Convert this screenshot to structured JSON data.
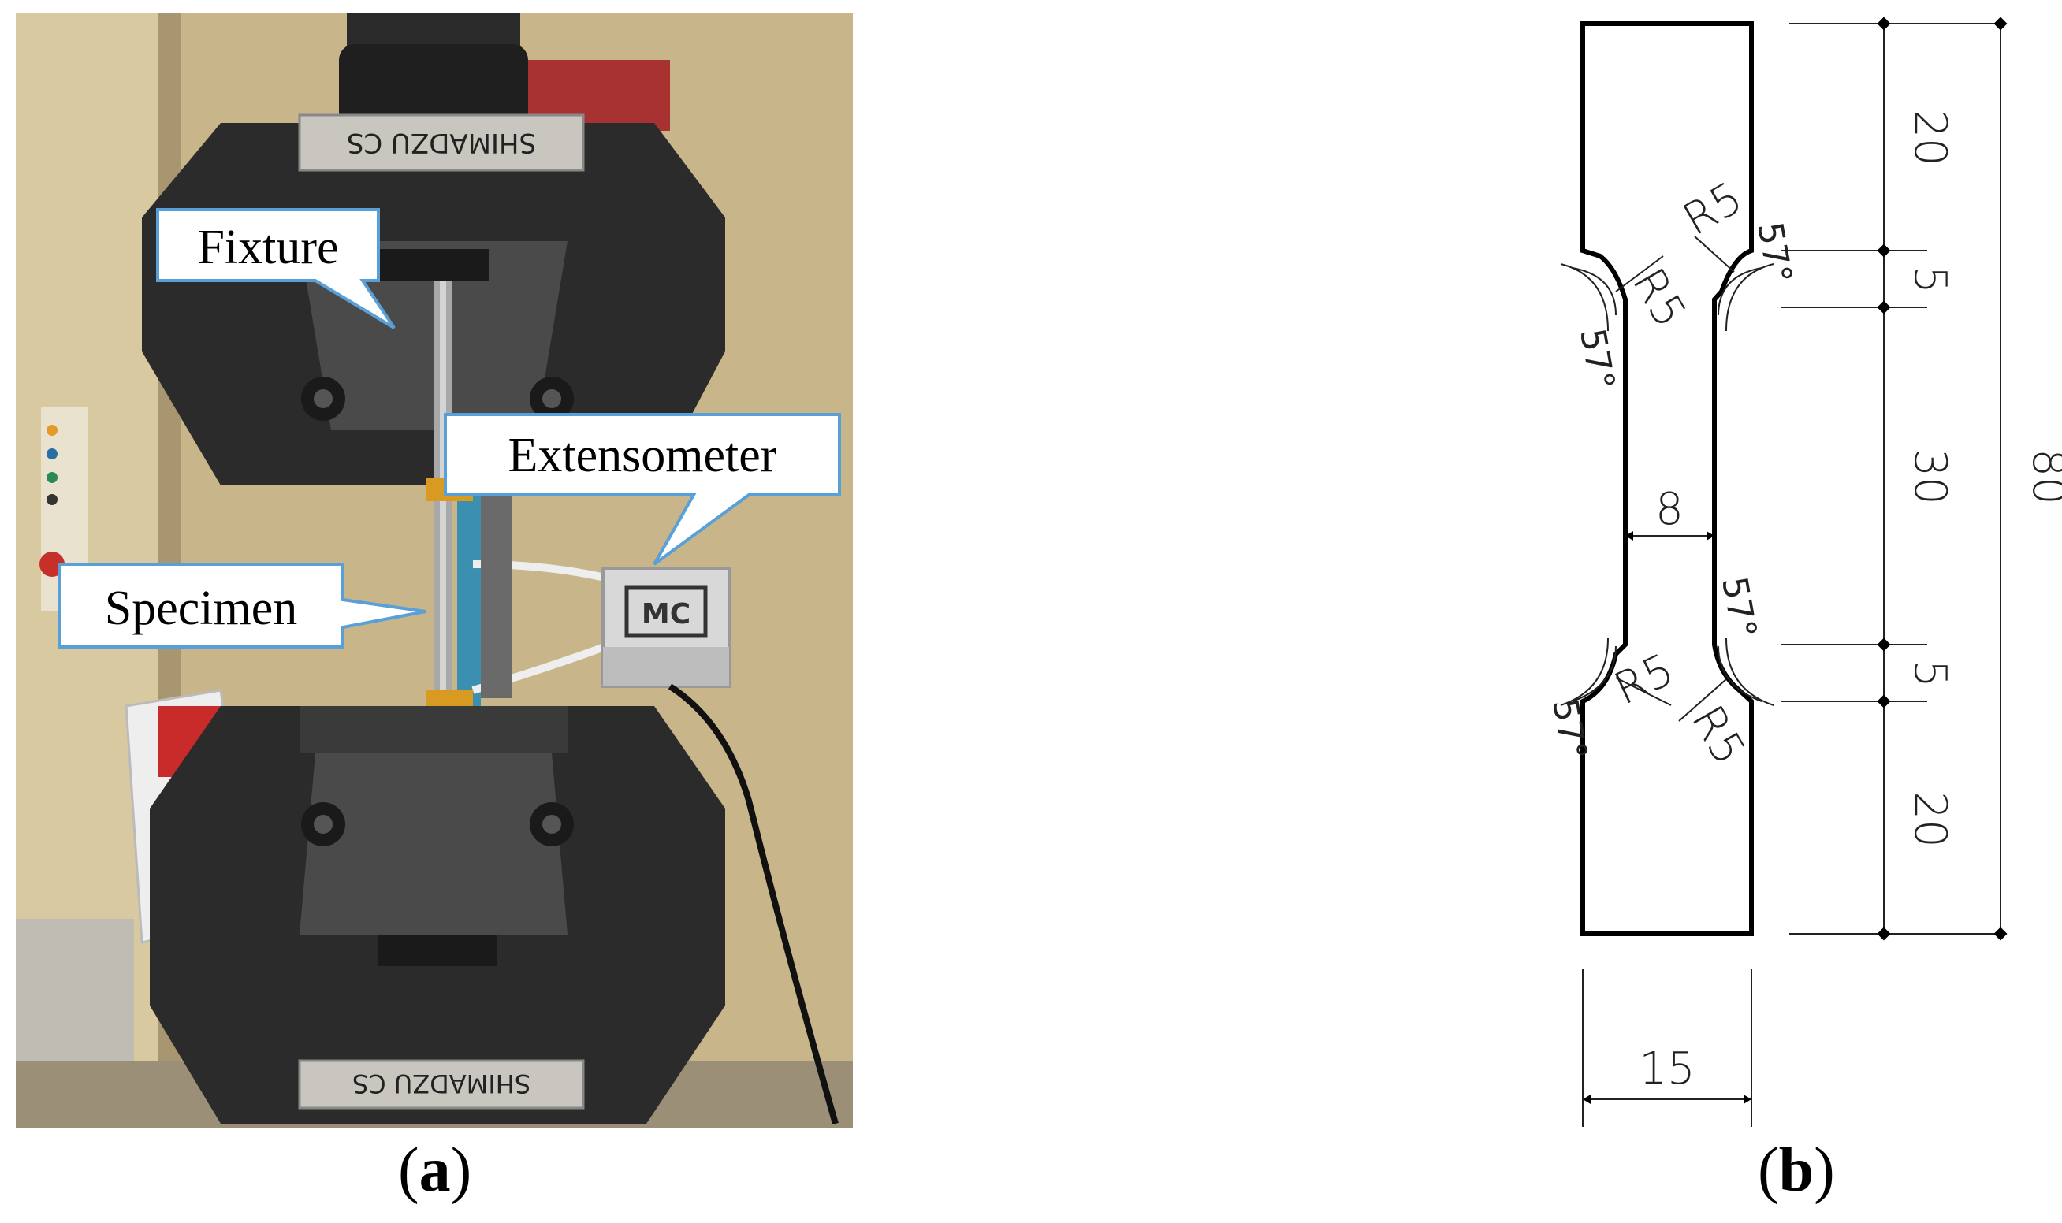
{
  "panel_a": {
    "caption_letter": "a",
    "callouts": {
      "fixture": "Fixture",
      "extensometer": "Extensometer",
      "specimen": "Specimen"
    },
    "plate_text": "SHIMADZU CS",
    "device_badge": "MC"
  },
  "panel_b": {
    "caption_letter": "b",
    "dims": {
      "top_grip": "20",
      "top_transition": "5",
      "gauge": "30",
      "bottom_transition": "5",
      "bottom_grip": "20",
      "total": "80",
      "gauge_width": "8",
      "grip_width": "15",
      "radius_1": "R5",
      "radius_2": "R5",
      "radius_3": "R5",
      "radius_4": "R5",
      "angle_1": "57°",
      "angle_2": "57°",
      "angle_3": "57°",
      "angle_4": "57°"
    }
  }
}
